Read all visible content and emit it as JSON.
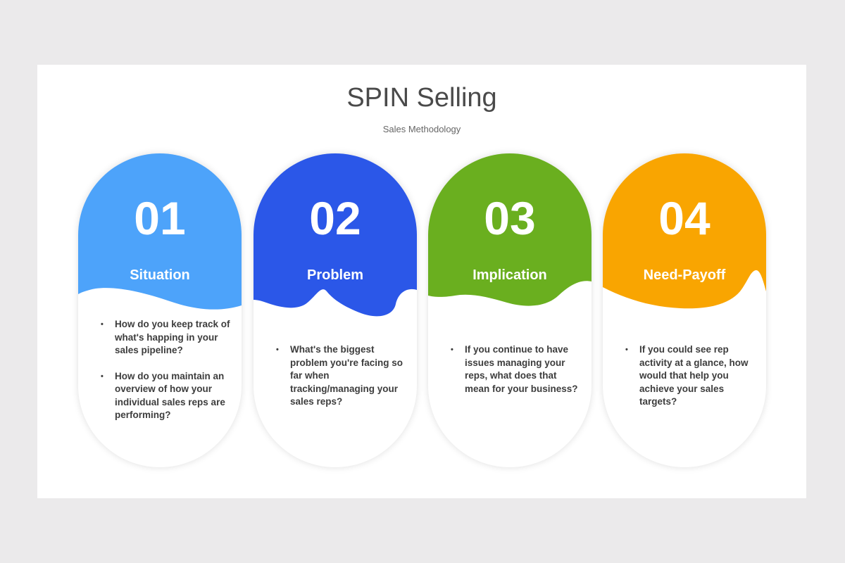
{
  "slide": {
    "title": "SPIN Selling",
    "subtitle": "Sales Methodology"
  },
  "cards": [
    {
      "number": "01",
      "label": "Situation",
      "color": "#4da3fa",
      "bullets": [
        "How do you keep track of what's happing in your sales pipeline?",
        "How do you maintain an overview of how your individual sales reps are performing?"
      ]
    },
    {
      "number": "02",
      "label": "Problem",
      "color": "#2b57e8",
      "bullets": [
        "What's the biggest problem you're facing so far when tracking/managing your sales reps?"
      ]
    },
    {
      "number": "03",
      "label": "Implication",
      "color": "#6aaf1f",
      "bullets": [
        "If you continue to have issues managing your reps, what does that mean for your business?"
      ]
    },
    {
      "number": "04",
      "label": "Need-Payoff",
      "color": "#f9a501",
      "bullets": [
        "If you could see rep activity at a glance, how would that help you achieve your sales targets?"
      ]
    }
  ]
}
